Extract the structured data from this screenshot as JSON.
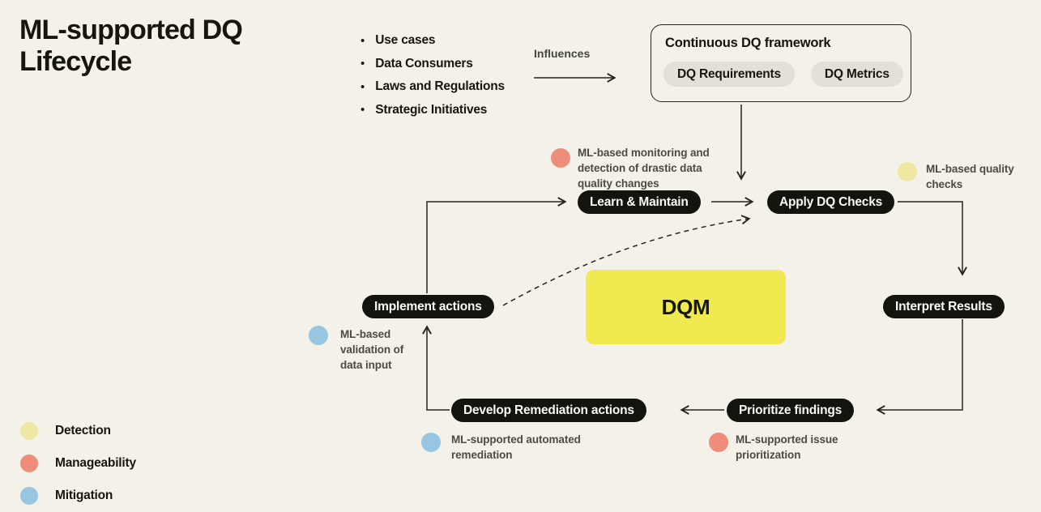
{
  "title": "ML-supported DQ Lifecycle",
  "drivers": {
    "items": [
      "Use cases",
      "Data Consumers",
      "Laws and Regulations",
      "Strategic Initiatives"
    ],
    "bullet": "•"
  },
  "influences_label": "Influences",
  "framework": {
    "title": "Continuous DQ framework",
    "pills": [
      "DQ Requirements",
      "DQ Metrics"
    ]
  },
  "nodes": {
    "learn_maintain": "Learn & Maintain",
    "apply_dq_checks": "Apply DQ Checks",
    "interpret_results": "Interpret Results",
    "prioritize_findings": "Prioritize findings",
    "develop_remediation": "Develop Remediation actions",
    "implement_actions": "Implement actions"
  },
  "center_label": "DQM",
  "annotations": {
    "monitoring": {
      "text": "ML-based monitoring and detection of drastic data quality changes",
      "color": "#ee8d79"
    },
    "quality_checks": {
      "text": "ML-based quality checks",
      "color": "#efe8a3"
    },
    "validation": {
      "text": "ML-based validation of data input",
      "color": "#97c6e3"
    },
    "auto_remediation": {
      "text": "ML-supported automated remediation",
      "color": "#97c6e3"
    },
    "issue_prioritization": {
      "text": "ML-supported issue prioritization",
      "color": "#ee8d79"
    }
  },
  "legend": {
    "items": [
      {
        "label": "Detection",
        "color": "#efe8a3"
      },
      {
        "label": "Manageability",
        "color": "#ee8d79"
      },
      {
        "label": "Mitigation",
        "color": "#97c6e3"
      }
    ]
  },
  "colors": {
    "background": "#f4f1e9",
    "node_fill": "#14140f",
    "node_text": "#fbfaf5",
    "center_fill": "#f0e94f",
    "connector": "#23231f"
  }
}
